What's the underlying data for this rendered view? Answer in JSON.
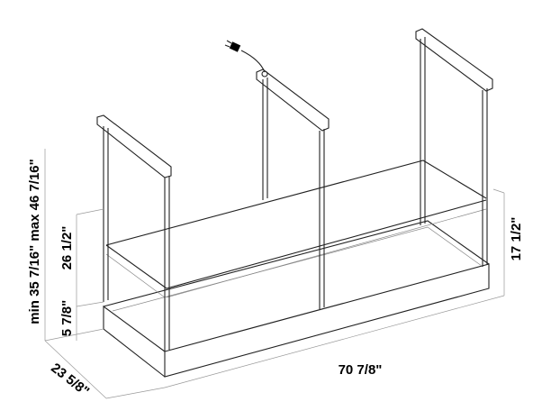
{
  "dimensions": {
    "total_height": "min 35 7/16\" max 46 7/16\"",
    "shelf_height": "26 1/2\"",
    "base_height": "5 7/8\"",
    "depth": "23 5/8\"",
    "width": "70 7/8\"",
    "shelf_depth_side": "17 1/2\""
  },
  "icons": [
    "power-plug-icon"
  ]
}
